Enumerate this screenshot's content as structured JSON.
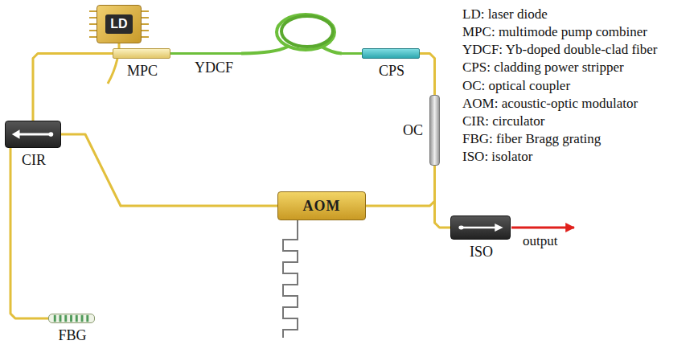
{
  "diagram": {
    "nodes": [
      {
        "text": [
          "LD"
        ]
      },
      {
        "text": [
          "MPC"
        ]
      },
      {
        "text": [
          "YDCF"
        ]
      },
      {
        "text": [
          "CPS"
        ]
      },
      {
        "text": [
          "OC"
        ]
      },
      {
        "text": [
          "AOM"
        ]
      },
      {
        "text": [
          "CIR"
        ]
      },
      {
        "text": [
          "FBG"
        ]
      },
      {
        "text": [
          "ISO"
        ]
      }
    ],
    "edges": [
      {
        "from": 0,
        "to": 1,
        "arrow": "none"
      },
      {
        "from": 1,
        "to": 2,
        "arrow": "none"
      },
      {
        "from": 2,
        "to": 3,
        "arrow": "none"
      },
      {
        "from": 3,
        "to": 4,
        "arrow": "none"
      },
      {
        "from": 4,
        "to": 5,
        "arrow": "none"
      },
      {
        "from": 5,
        "to": 6,
        "arrow": "none"
      },
      {
        "from": 6,
        "to": 1,
        "arrow": "none"
      },
      {
        "from": 6,
        "to": 7,
        "arrow": "none"
      },
      {
        "from": 4,
        "to": 8,
        "arrow": "none"
      }
    ],
    "labels": [
      "LD: laser diode",
      "MPC: multimode pump combiner",
      "YDCF: Yb-doped double-clad fiber",
      "CPS: cladding power stripper",
      "OC: optical coupler",
      "AOM: acoustic-optic modulator",
      "CIR: circulator",
      "FBG: fiber Bragg grating",
      "ISO: isolator",
      "output"
    ]
  }
}
